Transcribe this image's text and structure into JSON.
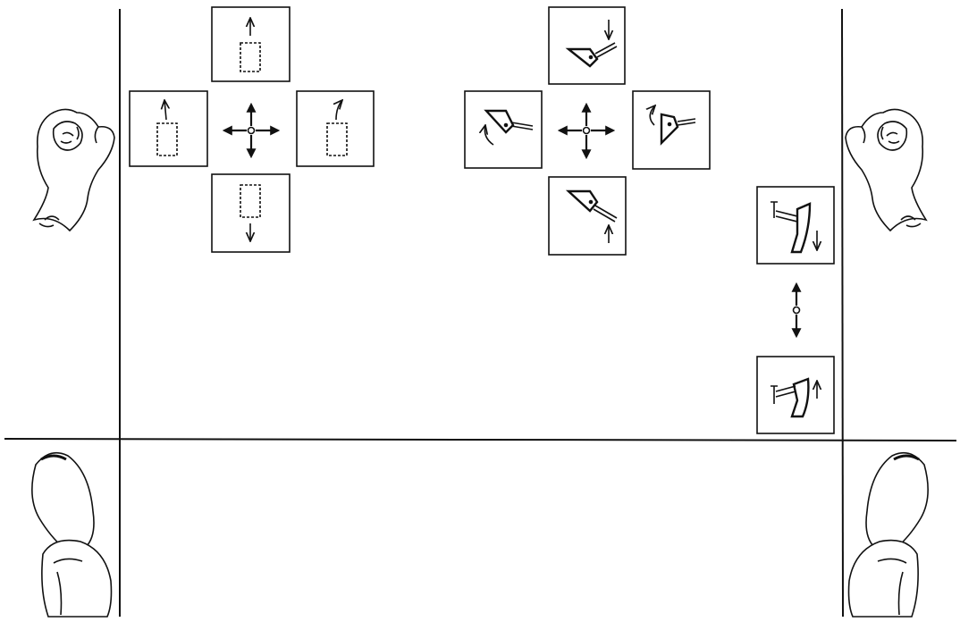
{
  "diagram": {
    "colors": {
      "line": "#111111",
      "background": "#ffffff"
    },
    "left_joystick": {
      "hand_icon": "left-fist-icon",
      "center_icon": "four-way-arrow-icon",
      "symbols": [
        {
          "position": "up",
          "icon": "machine-forward-icon"
        },
        {
          "position": "left",
          "icon": "swing-left-icon"
        },
        {
          "position": "right",
          "icon": "swing-right-icon"
        },
        {
          "position": "down",
          "icon": "machine-reverse-icon"
        }
      ]
    },
    "right_joystick": {
      "hand_icon": "right-fist-icon",
      "center_icon": "four-way-arrow-icon",
      "symbols": [
        {
          "position": "up",
          "icon": "boom-lower-icon"
        },
        {
          "position": "left",
          "icon": "bucket-curl-icon"
        },
        {
          "position": "right",
          "icon": "bucket-dump-icon"
        },
        {
          "position": "down",
          "icon": "boom-raise-icon"
        }
      ]
    },
    "blade_control": {
      "center_icon": "two-way-arrow-icon",
      "symbols": [
        {
          "position": "up",
          "icon": "blade-lower-icon"
        },
        {
          "position": "down",
          "icon": "blade-raise-icon"
        }
      ]
    },
    "pedals": [
      {
        "side": "left",
        "icon": "left-foot-pedal-icon"
      },
      {
        "side": "right",
        "icon": "right-foot-pedal-icon"
      }
    ]
  }
}
